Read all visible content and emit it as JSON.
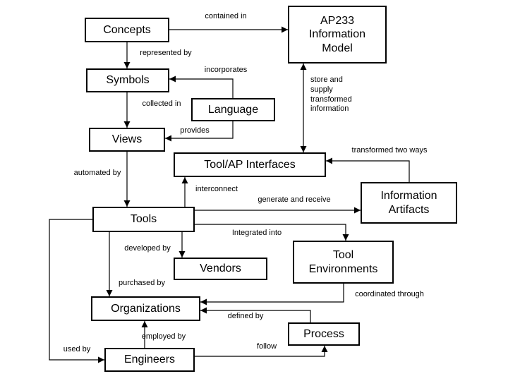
{
  "diagram_title": "AP233 concept map",
  "colors": {
    "background": "#ffffff",
    "line": "#000000",
    "box_border": "#000000",
    "text": "#000000"
  },
  "nodes": {
    "concepts": {
      "label": "Concepts"
    },
    "ap233_information_model": {
      "label": "AP233\nInformation\nModel"
    },
    "symbols": {
      "label": "Symbols"
    },
    "language": {
      "label": "Language"
    },
    "views": {
      "label": "Views"
    },
    "tool_ap_interfaces": {
      "label": "Tool/AP Interfaces"
    },
    "information_artifacts": {
      "label": "Information\nArtifacts"
    },
    "tools": {
      "label": "Tools"
    },
    "vendors": {
      "label": "Vendors"
    },
    "tool_environments": {
      "label": "Tool\nEnvironments"
    },
    "organizations": {
      "label": "Organizations"
    },
    "process": {
      "label": "Process"
    },
    "engineers": {
      "label": "Engineers"
    }
  },
  "edges": {
    "contained_in": {
      "label": "contained in",
      "from": "Concepts",
      "to": "AP233 Information Model"
    },
    "represented_by": {
      "label": "represented by",
      "from": "Concepts",
      "to": "Symbols"
    },
    "incorporates": {
      "label": "incorporates",
      "from": "Language",
      "to": "Symbols"
    },
    "collected_in": {
      "label": "collected in",
      "from": "Symbols",
      "to": "Views"
    },
    "provides": {
      "label": "provides",
      "from": "Language",
      "to": "Views"
    },
    "automated_by": {
      "label": "automated by",
      "from": "Views",
      "to": "Tools"
    },
    "store_and_supply": {
      "label": "store and\nsupply\ntransformed\ninformation",
      "from": "AP233 Information Model",
      "to": "Tool/AP Interfaces",
      "bidirectional": true
    },
    "interconnect": {
      "label": "interconnect",
      "from": "Tools",
      "to": "Tool/AP Interfaces"
    },
    "transformed_two_ways": {
      "label": "transformed two ways",
      "from": "Information Artifacts",
      "to": "Tool/AP Interfaces"
    },
    "generate_and_receive": {
      "label": "generate and receive",
      "from": "Tools",
      "to": "Information Artifacts"
    },
    "integrated_into": {
      "label": "Integrated into",
      "from": "Tools",
      "to": "Tool Environments"
    },
    "developed_by": {
      "label": "developed by",
      "from": "Tools",
      "to": "Vendors"
    },
    "purchased_by": {
      "label": "purchased by",
      "from": "Tools",
      "to": "Organizations"
    },
    "coordinated_through": {
      "label": "coordinated through",
      "from": "Tool Environments",
      "to": "Organizations"
    },
    "defined_by": {
      "label": "defined by",
      "from": "Process",
      "to": "Organizations"
    },
    "employed_by": {
      "label": "employed by",
      "from": "Engineers",
      "to": "Organizations"
    },
    "follow": {
      "label": "follow",
      "from": "Engineers",
      "to": "Process"
    },
    "used_by": {
      "label": "used by",
      "from": "Tools",
      "to": "Engineers"
    }
  }
}
